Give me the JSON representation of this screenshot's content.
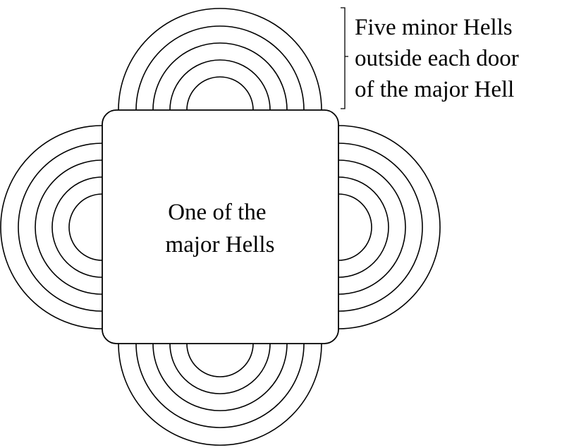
{
  "center_label": [
    "One of the",
    "major Hells"
  ],
  "annotation_label": [
    "Five minor Hells",
    "outside each door",
    "of the major Hell"
  ],
  "minor_hells_per_door": 5,
  "doors": [
    "top",
    "left",
    "right",
    "bottom"
  ]
}
